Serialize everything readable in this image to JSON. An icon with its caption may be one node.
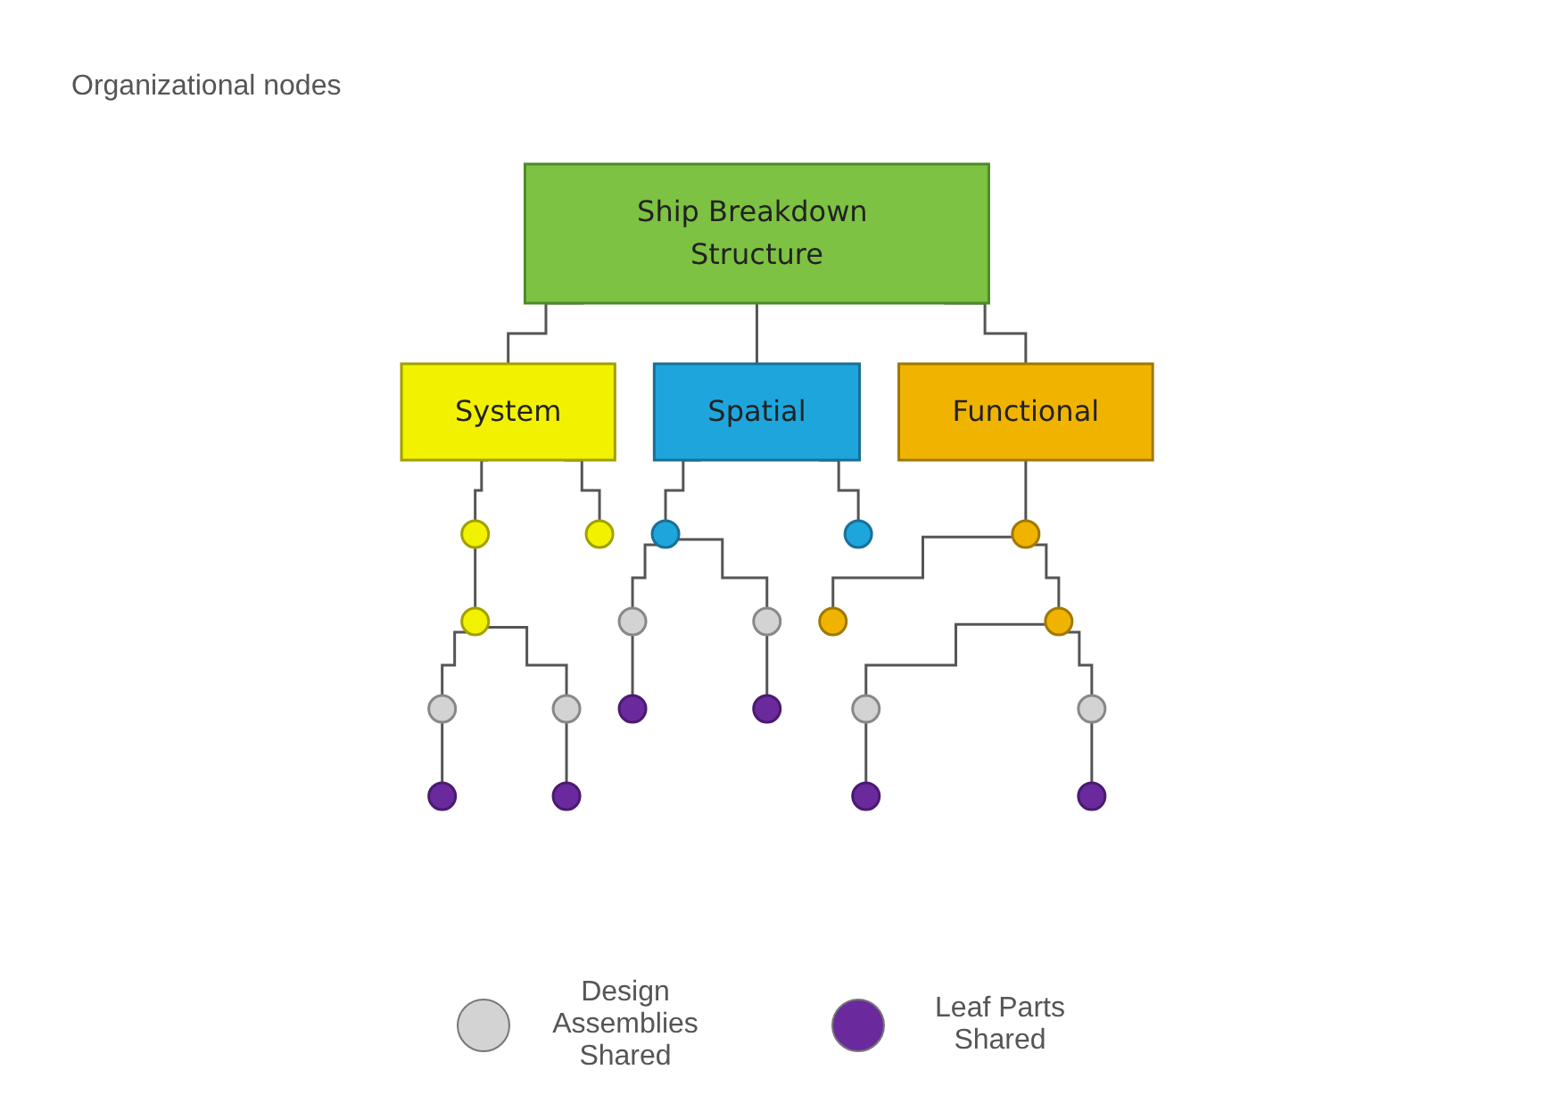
{
  "diagram": {
    "nodes": [
      {
        "text": [
          "Ship Breakdown Structure"
        ]
      },
      {
        "text": [
          "System"
        ]
      },
      {
        "text": [
          "Spatial"
        ]
      },
      {
        "text": [
          "Functional"
        ]
      },
      {
        "text": [],
        "shape": "circle"
      },
      {
        "text": [],
        "shape": "circle"
      },
      {
        "text": [],
        "shape": "circle"
      },
      {
        "text": [],
        "shape": "circle"
      },
      {
        "text": [],
        "shape": "circle"
      },
      {
        "text": [],
        "shape": "circle"
      },
      {
        "text": [],
        "shape": "circle"
      },
      {
        "text": [],
        "shape": "circle"
      },
      {
        "text": [],
        "shape": "circle"
      },
      {
        "text": [],
        "shape": "circle"
      },
      {
        "text": [],
        "shape": "circle"
      },
      {
        "text": [],
        "shape": "circle"
      },
      {
        "text": [],
        "shape": "circle"
      },
      {
        "text": [],
        "shape": "circle"
      },
      {
        "text": [],
        "shape": "circle"
      },
      {
        "text": [],
        "shape": "circle"
      },
      {
        "text": [],
        "shape": "circle"
      },
      {
        "text": [],
        "shape": "circle"
      },
      {
        "text": [],
        "shape": "circle"
      },
      {
        "text": [],
        "shape": "circle"
      }
    ],
    "edges": [
      {
        "from": 0,
        "to": 1,
        "arrow": "none"
      },
      {
        "from": 0,
        "to": 2,
        "arrow": "none"
      },
      {
        "from": 0,
        "to": 3,
        "arrow": "none"
      },
      {
        "from": 1,
        "to": 4,
        "arrow": "none"
      },
      {
        "from": 4,
        "to": 5,
        "arrow": "none"
      },
      {
        "from": 5,
        "to": 6,
        "arrow": "none"
      },
      {
        "from": 6,
        "to": 7,
        "arrow": "none"
      },
      {
        "from": 5,
        "to": 8,
        "arrow": "none"
      },
      {
        "from": 8,
        "to": 9,
        "arrow": "none"
      },
      {
        "from": 1,
        "to": 10,
        "arrow": "none"
      },
      {
        "from": 2,
        "to": 11,
        "arrow": "none"
      },
      {
        "from": 11,
        "to": 12,
        "arrow": "none"
      },
      {
        "from": 12,
        "to": 13,
        "arrow": "none"
      },
      {
        "from": 11,
        "to": 14,
        "arrow": "none"
      },
      {
        "from": 14,
        "to": 15,
        "arrow": "none"
      },
      {
        "from": 2,
        "to": 16,
        "arrow": "none"
      },
      {
        "from": 3,
        "to": 17,
        "arrow": "none"
      },
      {
        "from": 17,
        "to": 18,
        "arrow": "none"
      },
      {
        "from": 17,
        "to": 19,
        "arrow": "none"
      },
      {
        "from": 19,
        "to": 20,
        "arrow": "none"
      },
      {
        "from": 20,
        "to": 21,
        "arrow": "none"
      },
      {
        "from": 19,
        "to": 22,
        "arrow": "none"
      },
      {
        "from": 22,
        "to": 23,
        "arrow": "none"
      }
    ],
    "labels": [
      "Organizational nodes"
    ],
    "legend": [
      {
        "text": "Design Assemblies Shared",
        "color": "#d3d3d3"
      },
      {
        "text": "Leaf Parts Shared",
        "color": "#6a2a9e"
      }
    ]
  }
}
